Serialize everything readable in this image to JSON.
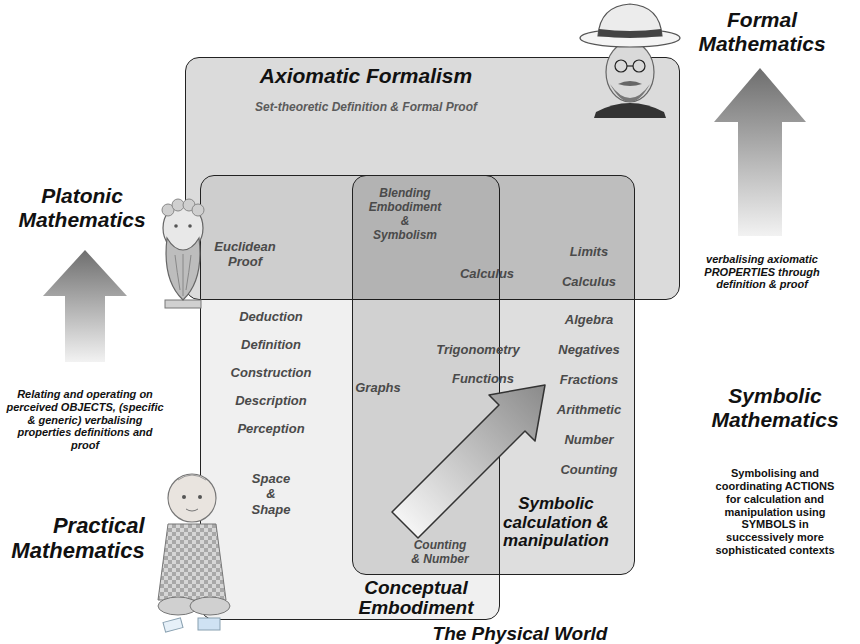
{
  "diagram": {
    "nodes": [
      {
        "text": [
          "Axiomatic Formalism",
          "Set-theoretic Definition & Formal Proof"
        ]
      },
      {
        "text": [
          "Conceptual Embodiment"
        ]
      },
      {
        "text": [
          "Symbolic calculation & manipulation"
        ]
      }
    ],
    "labels": [
      "Formal Mathematics",
      "verbalising axiomatic PROPERTIES through definition & proof",
      "Platonic Mathematics",
      "Relating and operating on perceived OBJECTS, (specific & generic) verbalising properties definitions and proof",
      "Practical Mathematics",
      "Symbolic Mathematics",
      "Symbolising and coordinating ACTIONS for calculation and manipulation using SYMBOLS in successively more sophisticated contexts",
      "The Physical World",
      "Blending Embodiment & Symbolism",
      "Euclidean Proof",
      "Deduction",
      "Definition",
      "Construction",
      "Description",
      "Perception",
      "Space & Shape",
      "Graphs",
      "Calculus",
      "Trigonometry",
      "Functions",
      "Counting & Number",
      "Limits",
      "Calculus",
      "Algebra",
      "Negatives",
      "Fractions",
      "Arithmetic",
      "Number",
      "Counting"
    ]
  }
}
